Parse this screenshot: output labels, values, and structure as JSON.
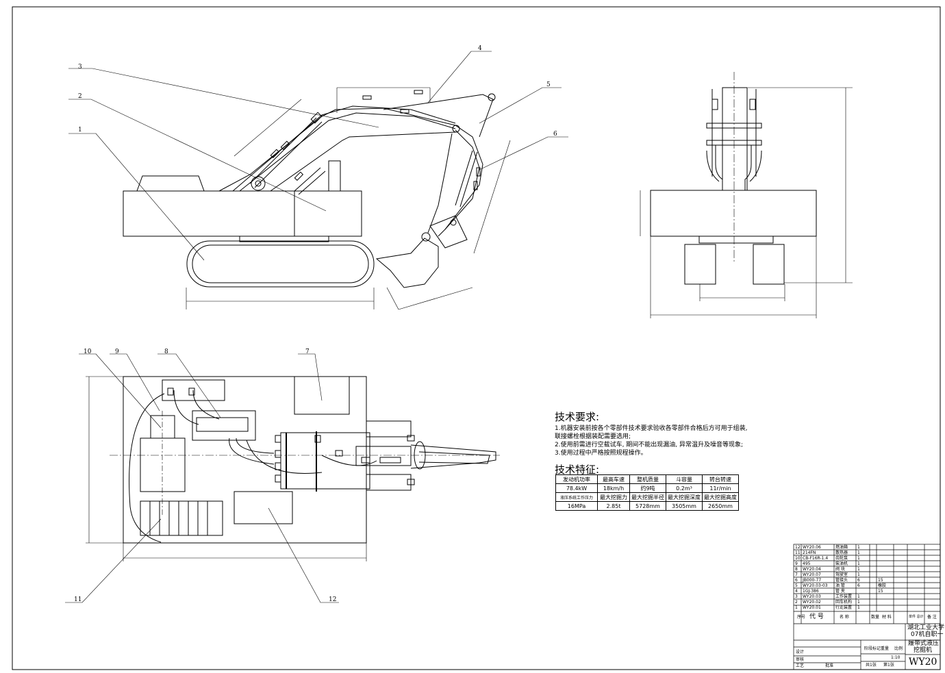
{
  "balloons": [
    "1",
    "2",
    "3",
    "4",
    "5",
    "6",
    "7",
    "8",
    "9",
    "10",
    "11",
    "12"
  ],
  "requirements": {
    "title": "技术要求:",
    "items": [
      "1.机器安装前按各个零部件技术要求验收各零部件合格后方可用于组装,",
      "   联接螺栓根据装配需要选用;",
      "2.使用前需进行空载试车, 期间不能出现漏油, 异常温升及噪音等现象;",
      "3.使用过程中严格按照规程操作。"
    ]
  },
  "features": {
    "title": "技术特征:",
    "rows": [
      [
        "发动机功率",
        "最高车速",
        "整机质量",
        "斗容量",
        "转台转速"
      ],
      [
        "78.4kW",
        "18km/h",
        "约9吨",
        "0.2m³",
        "11r/min"
      ],
      [
        "液压系统工作压力",
        "最大挖掘力",
        "最大挖掘半径",
        "最大挖掘深度",
        "最大挖掘高度"
      ],
      [
        "16MPa",
        "2.85t",
        "5728mm",
        "3505mm",
        "2650mm"
      ]
    ]
  },
  "bom": [
    [
      "12",
      "WY20.06",
      "燃油箱",
      "1"
    ],
    [
      "11",
      "214FN",
      "散热器",
      "1"
    ],
    [
      "10",
      "CB-F16R-1.4",
      "齿轮泵",
      "1"
    ],
    [
      "9",
      "495",
      "柴油机",
      "1"
    ],
    [
      "8",
      "WY20.04",
      "阀 块",
      "1"
    ],
    [
      "7",
      "WY20.07",
      "驾驶室",
      "1"
    ],
    [
      "6",
      "JB000-77",
      "管接头",
      "6",
      "15"
    ],
    [
      "5",
      "WY20.03-03",
      "油 管",
      "6",
      "橡胶"
    ],
    [
      "4",
      "1GJ-386",
      "管 夹",
      "",
      "15"
    ],
    [
      "3",
      "WY20.03",
      "工作装置",
      "1"
    ],
    [
      "2",
      "WY20.02",
      "回车机构",
      "1"
    ],
    [
      "1",
      "WY20.01",
      "行走装置",
      "1"
    ]
  ],
  "bom_header": {
    "no": "序号",
    "code": "代 号",
    "name": "名 称",
    "qty": "数量",
    "material": "材 料",
    "weight": "单件 总计",
    "remark": "备 注"
  },
  "title_block": {
    "school": "湖北工业大学",
    "class": "07机自职一",
    "name_line1": "履带式液压",
    "name_line2": "挖掘机",
    "drawing_no": "WY20",
    "scale": "1:10",
    "sheets": "共1张",
    "sheet": "第1张",
    "labels": {
      "design": "设计",
      "check": "审核",
      "process": "工艺",
      "approve": "批准",
      "stage": "阶段标记",
      "weight": "重量",
      "scale": "比例"
    }
  }
}
